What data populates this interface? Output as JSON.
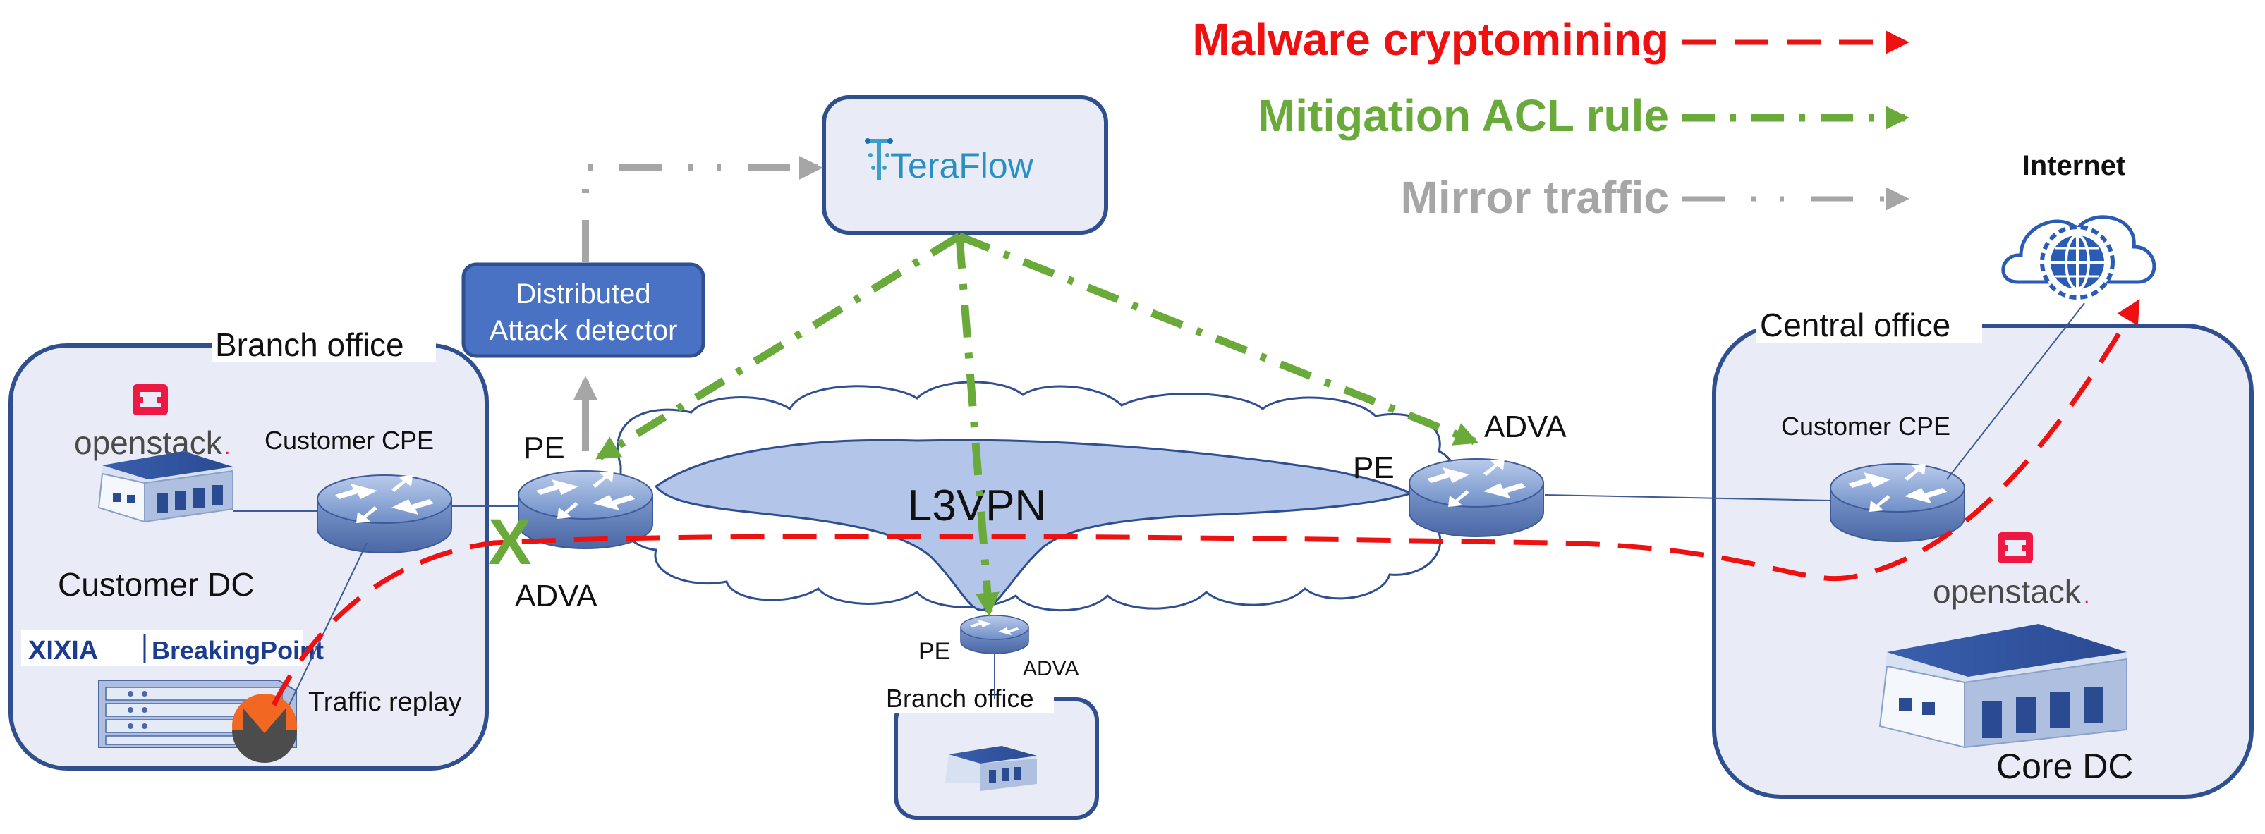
{
  "legend": {
    "malware": {
      "label": "Malware cryptomining",
      "color": "#ee1111"
    },
    "mitigation": {
      "label": "Mitigation ACL rule",
      "color": "#6aaa3a"
    },
    "mirror": {
      "label": "Mirror traffic",
      "color": "#a6a6a6"
    }
  },
  "teraflow": {
    "label": "TeraFlow"
  },
  "detector": {
    "line1": "Distributed",
    "line2": "Attack detector"
  },
  "vpn": {
    "label": "L3VPN"
  },
  "internet": {
    "label": "Internet"
  },
  "branch_left": {
    "title": "Branch office",
    "openstack": "openstack",
    "openstack_suffix": ".",
    "cpe_label": "Customer CPE",
    "dc_label": "Customer DC",
    "ixia": "XIXIA",
    "breakingpoint": "BreakingPoint",
    "replay": "Traffic replay"
  },
  "pe_left": {
    "pe": "PE",
    "vendor": "ADVA",
    "block_mark": "X"
  },
  "pe_right": {
    "pe": "PE",
    "vendor": "ADVA"
  },
  "pe_bottom": {
    "pe": "PE",
    "vendor": "ADVA"
  },
  "branch_bottom": {
    "title": "Branch office"
  },
  "central": {
    "title": "Central office",
    "cpe_label": "Customer CPE",
    "openstack": "openstack",
    "openstack_suffix": ".",
    "dc_label": "Core DC"
  },
  "colors": {
    "box_fill": "#e9ecf6",
    "box_stroke": "#2f4f8f",
    "router_light": "#9fb5dc",
    "router_dark": "#5b7bb8",
    "cloud_fill": "#b3c5e8",
    "openstack_red": "#ed1944",
    "monero_orange": "#f26822"
  }
}
